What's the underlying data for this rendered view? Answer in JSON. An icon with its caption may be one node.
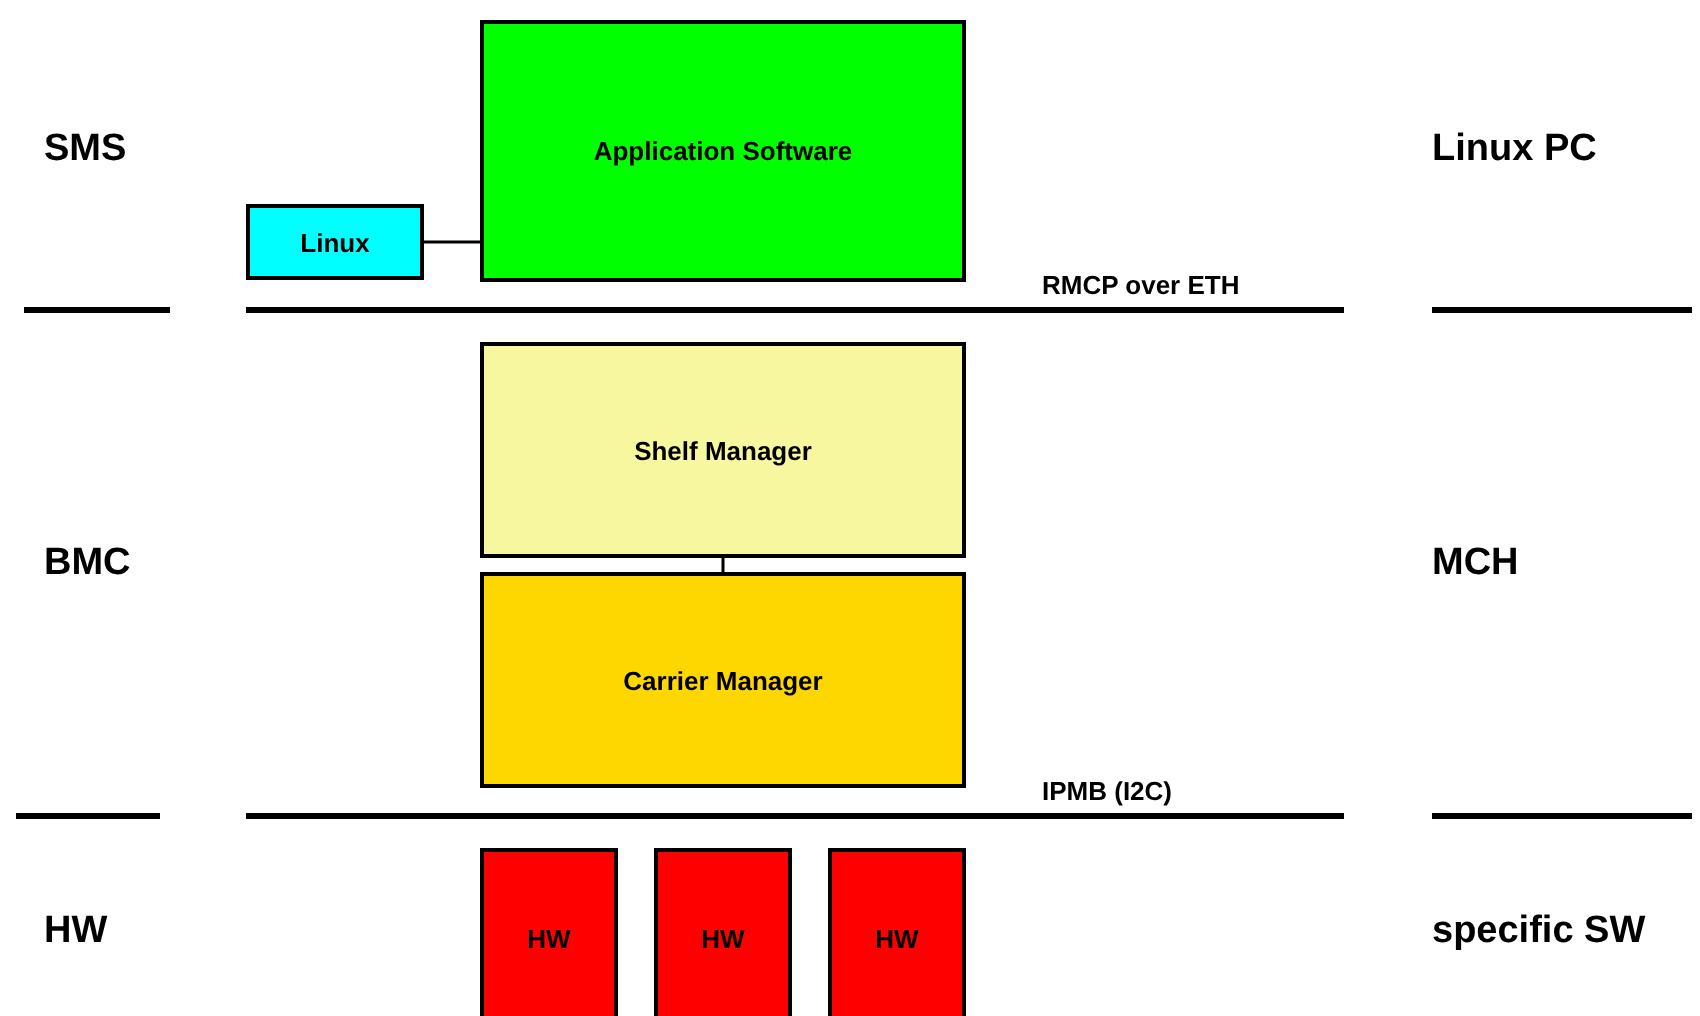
{
  "diagram": {
    "nodes": [
      {
        "text": [
          "Application Software"
        ]
      },
      {
        "text": [
          "Linux"
        ]
      },
      {
        "text": [
          "Shelf Manager"
        ]
      },
      {
        "text": [
          "Carrier Manager"
        ]
      },
      {
        "text": [
          "HW"
        ]
      },
      {
        "text": [
          "HW"
        ]
      },
      {
        "text": [
          "HW"
        ]
      }
    ],
    "edges": [
      {
        "from": 1,
        "to": 0,
        "arrow": "none"
      },
      {
        "from": 2,
        "to": 3,
        "arrow": "none"
      }
    ],
    "labels": [
      "SMS",
      "Linux PC",
      "RMCP over ETH",
      "BMC",
      "MCH",
      "IPMB (I2C)",
      "HW",
      "specific SW"
    ]
  }
}
